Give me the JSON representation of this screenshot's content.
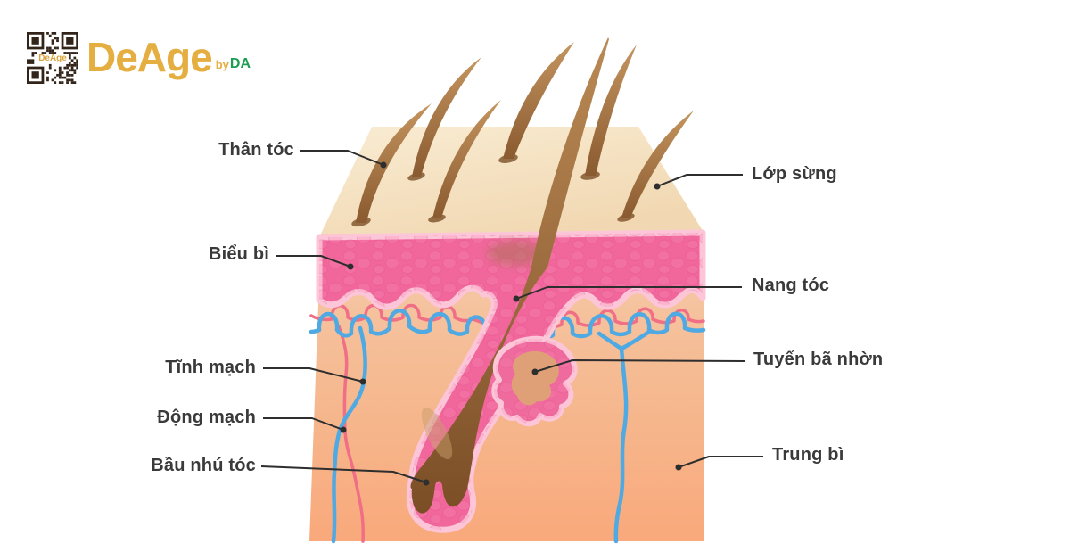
{
  "logo": {
    "brand": "DeAge",
    "by": "by",
    "suffix": "DA",
    "brand_color": "#E5AE41",
    "suffix_color": "#1B9D52",
    "qr_icon": "qr-code"
  },
  "diagram": {
    "subject": "skin-and-hair-anatomy-cross-section",
    "labels_left": [
      {
        "id": "than-toc",
        "text": "Thân tóc"
      },
      {
        "id": "bieu-bi",
        "text": "Biểu bì"
      },
      {
        "id": "tinh-mach",
        "text": "Tĩnh mạch"
      },
      {
        "id": "dong-mach",
        "text": "Động mạch"
      },
      {
        "id": "bau-nhu-toc",
        "text": "Bầu nhú tóc"
      }
    ],
    "labels_right": [
      {
        "id": "lop-sung",
        "text": "Lớp sừng"
      },
      {
        "id": "nang-toc",
        "text": "Nang tóc"
      },
      {
        "id": "tuyen-ba-nhon",
        "text": "Tuyến bã nhờn"
      },
      {
        "id": "trung-bi",
        "text": "Trung bì"
      }
    ],
    "colors": {
      "label_text": "#3A3A3A",
      "leader_line": "#2E2E2E",
      "surface_cream": "#F7E6C8",
      "epidermis_pink": "#F1679C",
      "epidermis_rim": "#FCC6D8",
      "dermis_top": "#F5CBAB",
      "dermis_bottom": "#F9A97B",
      "hair_brown": "#9C6B3C",
      "vein_blue": "#4FA9E2",
      "artery_red": "#F06E86",
      "gland_interior_tan": "#DFA077"
    }
  }
}
